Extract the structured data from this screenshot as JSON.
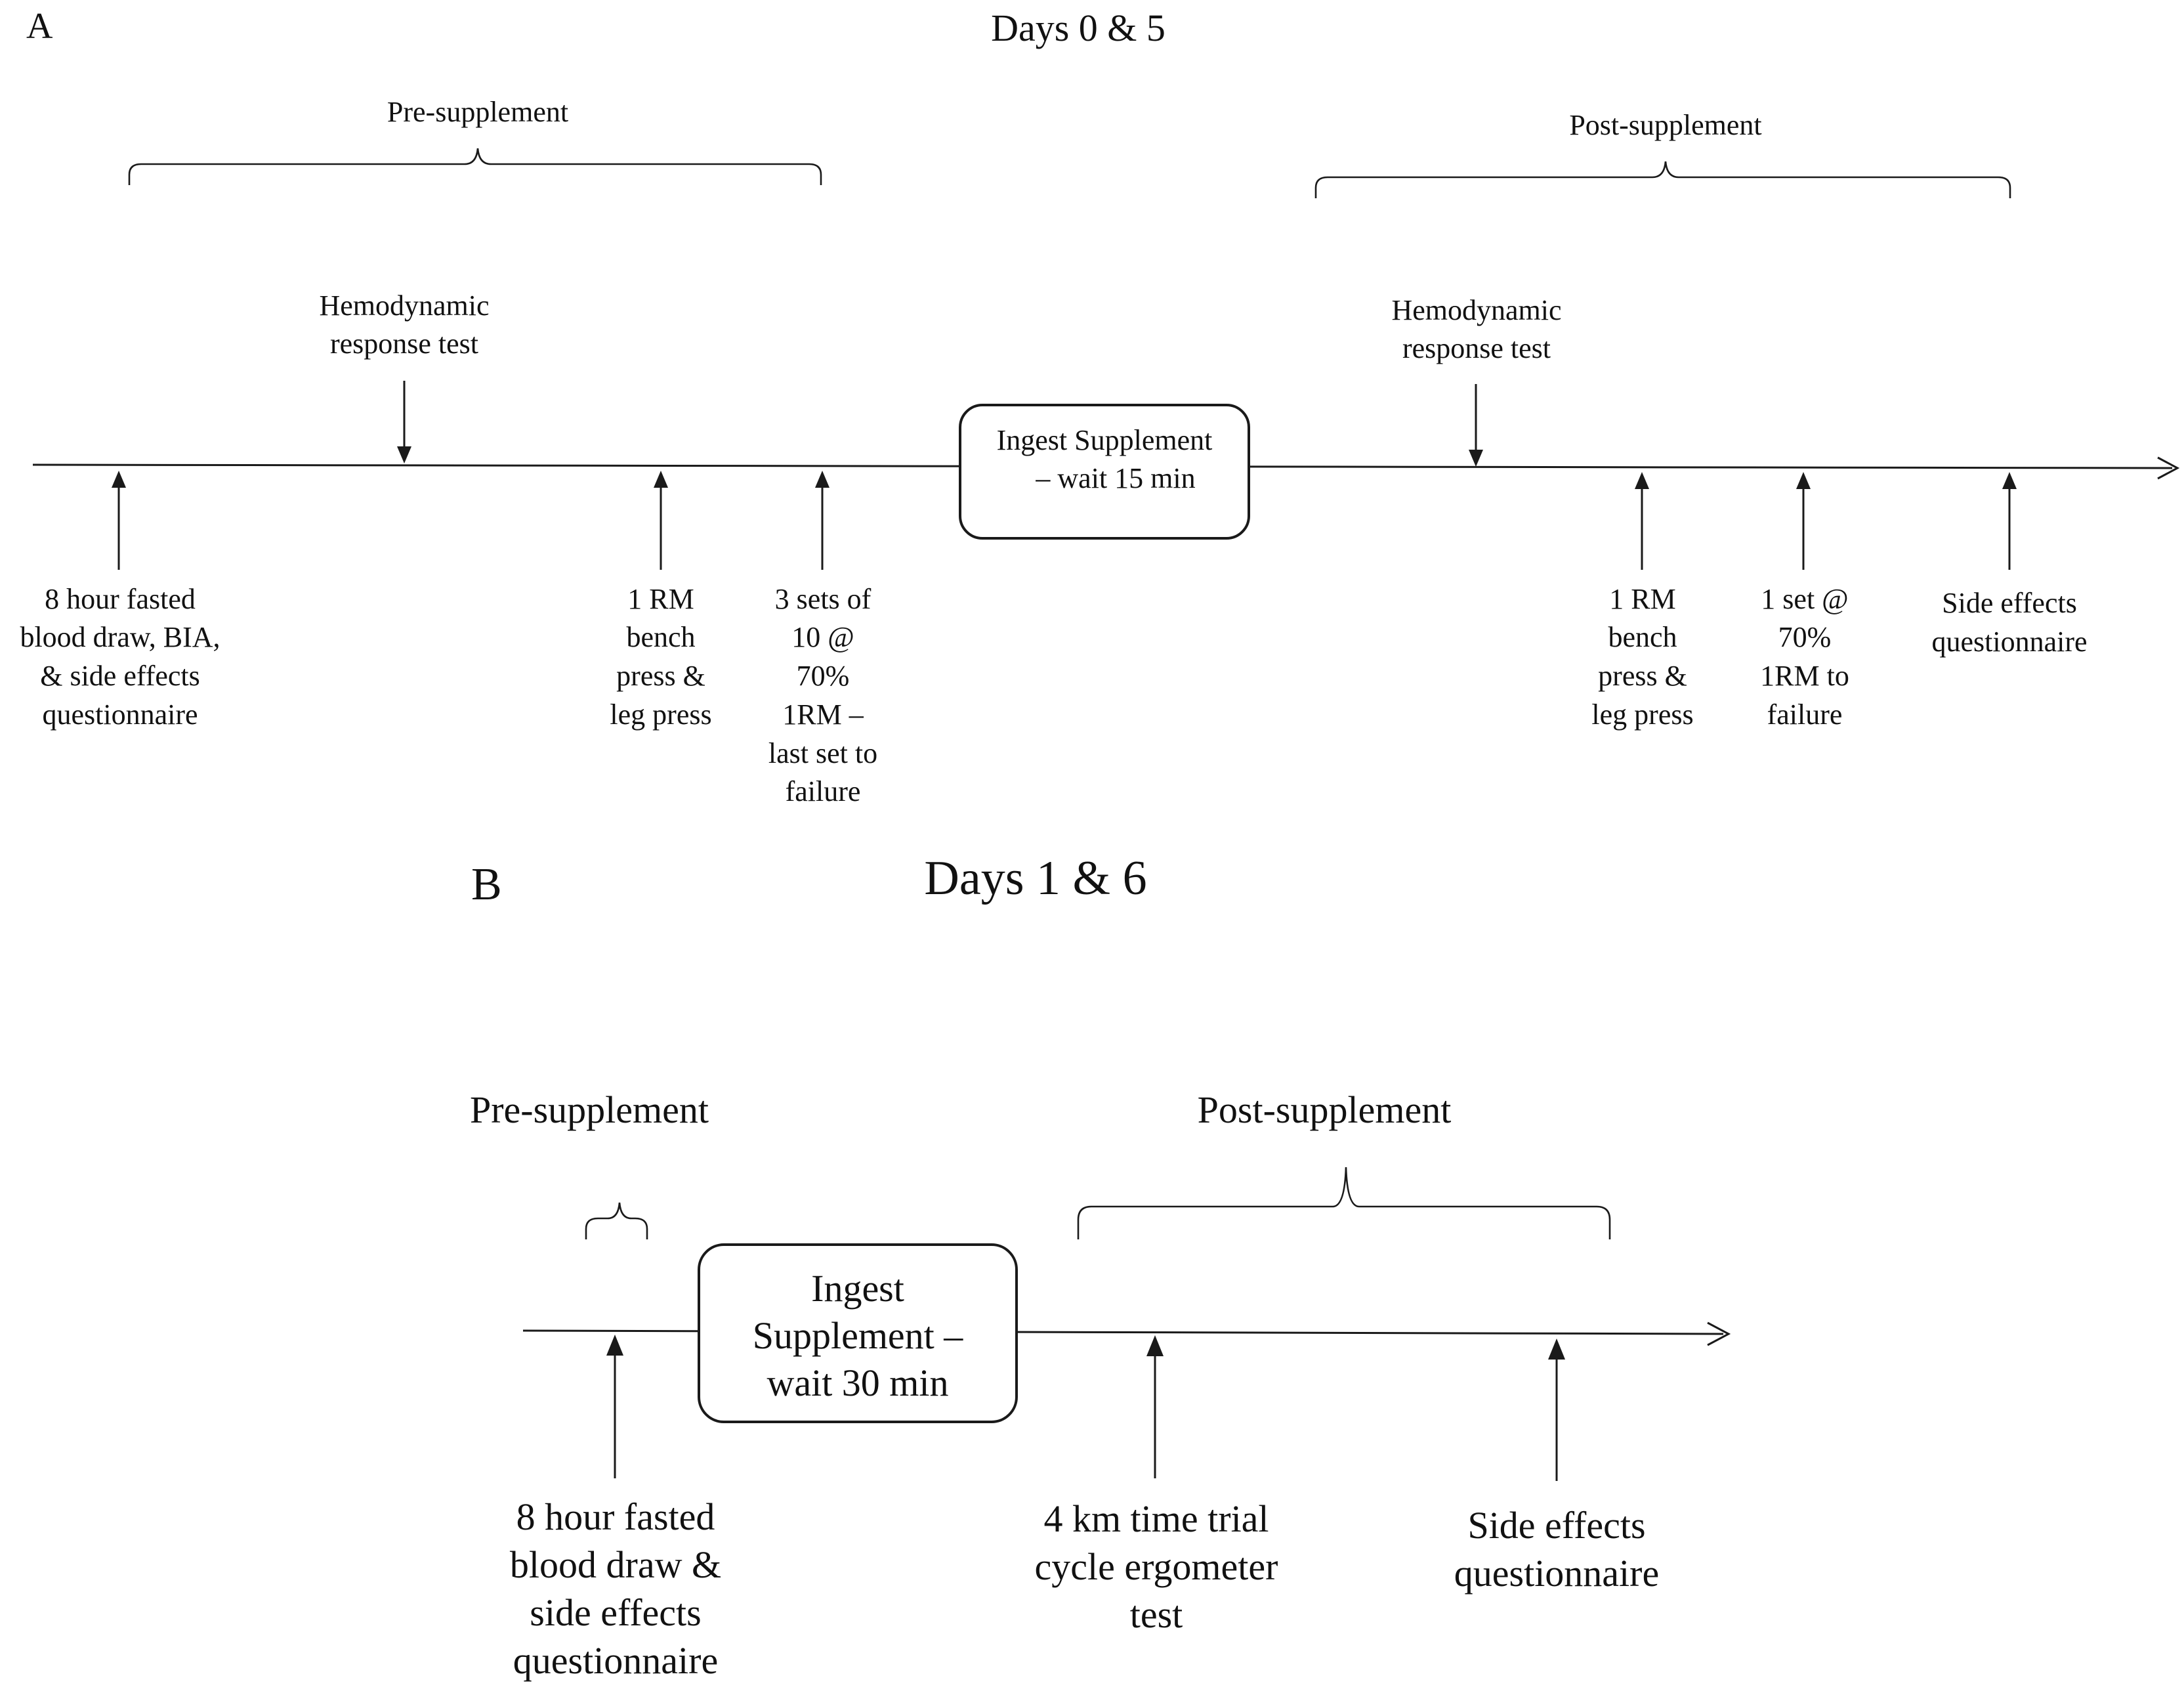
{
  "panel_a": {
    "letter": "A",
    "title": "Days 0 & 5",
    "pre_label": "Pre-supplement",
    "post_label": "Post-supplement",
    "box": [
      "Ingest Supplement",
      "– wait 15 min"
    ],
    "hemo_pre": [
      "Hemodynamic",
      "response test"
    ],
    "hemo_post": [
      "Hemodynamic",
      "response test"
    ],
    "events": {
      "fasted": [
        "8 hour fasted",
        "blood draw, BIA,",
        "& side effects",
        "questionnaire"
      ],
      "rm_pre": [
        "1 RM",
        "bench",
        "press &",
        "leg press"
      ],
      "sets": [
        "3 sets of",
        "10 @",
        "70%",
        "1RM –",
        "last set to",
        "failure"
      ],
      "rm_post": [
        "1 RM",
        "bench",
        "press &",
        "leg press"
      ],
      "one_set": [
        "1 set @",
        "70%",
        "1RM to",
        "failure"
      ],
      "side": [
        "Side effects",
        "questionnaire"
      ]
    }
  },
  "panel_b": {
    "letter": "B",
    "title": "Days 1 & 6",
    "pre_label": "Pre-supplement",
    "post_label": "Post-supplement",
    "box": [
      "Ingest",
      "Supplement –",
      "wait 30 min"
    ],
    "events": {
      "fasted": [
        "8 hour fasted",
        "blood draw &",
        "side effects",
        "questionnaire"
      ],
      "trial": [
        "4 km time trial",
        "cycle ergometer",
        "test"
      ],
      "side": [
        "Side effects",
        "questionnaire"
      ]
    }
  },
  "colors": {
    "stroke": "#1a1a1a",
    "text": "#111111",
    "background": "#ffffff"
  }
}
